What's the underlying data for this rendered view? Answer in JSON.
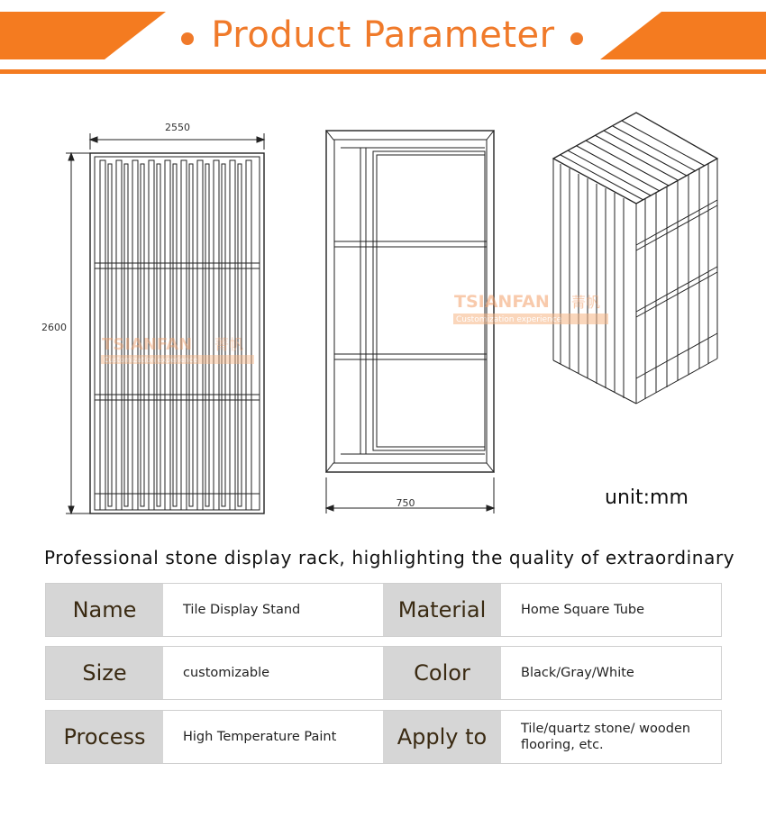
{
  "header": {
    "title": "Product Parameter",
    "accent_color": "#f07a2a"
  },
  "drawings": {
    "front_view": {
      "width_label": "2550",
      "height_label": "2600"
    },
    "side_view": {
      "width_label": "750"
    },
    "watermark": {
      "brand": "TSIANFAN",
      "brand_cn": "菁帆",
      "tagline": "Customization experience"
    },
    "unit": "unit:mm"
  },
  "subtitle": "Professional stone display rack, highlighting the quality of extraordinary",
  "specs": [
    {
      "key1": "Name",
      "val1": "Tile Display Stand",
      "key2": "Material",
      "val2": "Home Square Tube"
    },
    {
      "key1": "Size",
      "val1": "customizable",
      "key2": "Color",
      "val2": "Black/Gray/White"
    },
    {
      "key1": "Process",
      "val1": "High Temperature Paint",
      "key2": "Apply to",
      "val2": "Tile/quartz stone/ wooden flooring, etc."
    }
  ]
}
